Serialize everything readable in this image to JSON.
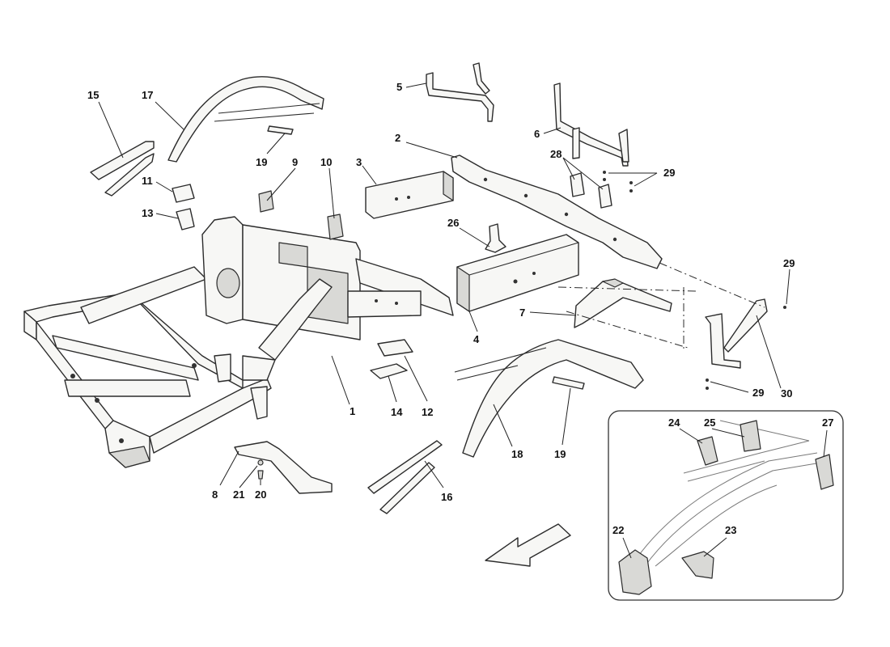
{
  "callouts": {
    "c1": "1",
    "c2": "2",
    "c3": "3",
    "c4": "4",
    "c5": "5",
    "c6": "6",
    "c7": "7",
    "c8": "8",
    "c9": "9",
    "c10": "10",
    "c11": "11",
    "c12": "12",
    "c13": "13",
    "c14": "14",
    "c15": "15",
    "c16": "16",
    "c17": "17",
    "c18": "18",
    "c19a": "19",
    "c19b": "19",
    "c20": "20",
    "c21": "21",
    "c22": "22",
    "c23": "23",
    "c24": "24",
    "c25": "25",
    "c26": "26",
    "c27": "27",
    "c28": "28",
    "c29a": "29",
    "c29b": "29",
    "c29c": "29",
    "c30": "30"
  },
  "icons": {
    "direction_arrow": "front-direction-arrow-icon"
  },
  "colors": {
    "line": "#2b2b2b",
    "part_fill": "#f7f7f5",
    "shade": "#d9d9d6",
    "background": "#ffffff"
  }
}
